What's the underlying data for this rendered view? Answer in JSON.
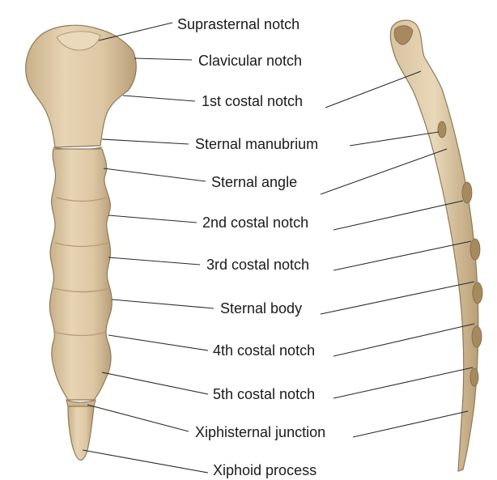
{
  "labels": {
    "suprasternal_notch": "Suprasternal notch",
    "clavicular_notch": "Clavicular notch",
    "first_costal_notch": "1st costal notch",
    "sternal_manubrium": "Sternal manubrium",
    "sternal_angle": "Sternal angle",
    "second_costal_notch": "2nd costal notch",
    "third_costal_notch": "3rd costal notch",
    "sternal_body": "Sternal body",
    "fourth_costal_notch": "4th costal notch",
    "fifth_costal_notch": "5th costal notch",
    "xiphisternal_junction": "Xiphisternal junction",
    "xiphoid_process": "Xiphoid process"
  },
  "colors": {
    "bone_fill": "#ddc9a6",
    "bone_shade": "#c4ab82",
    "bone_outline": "#8f7a58",
    "notch_fill": "#a68a5e",
    "text": "#1a1a1a"
  }
}
